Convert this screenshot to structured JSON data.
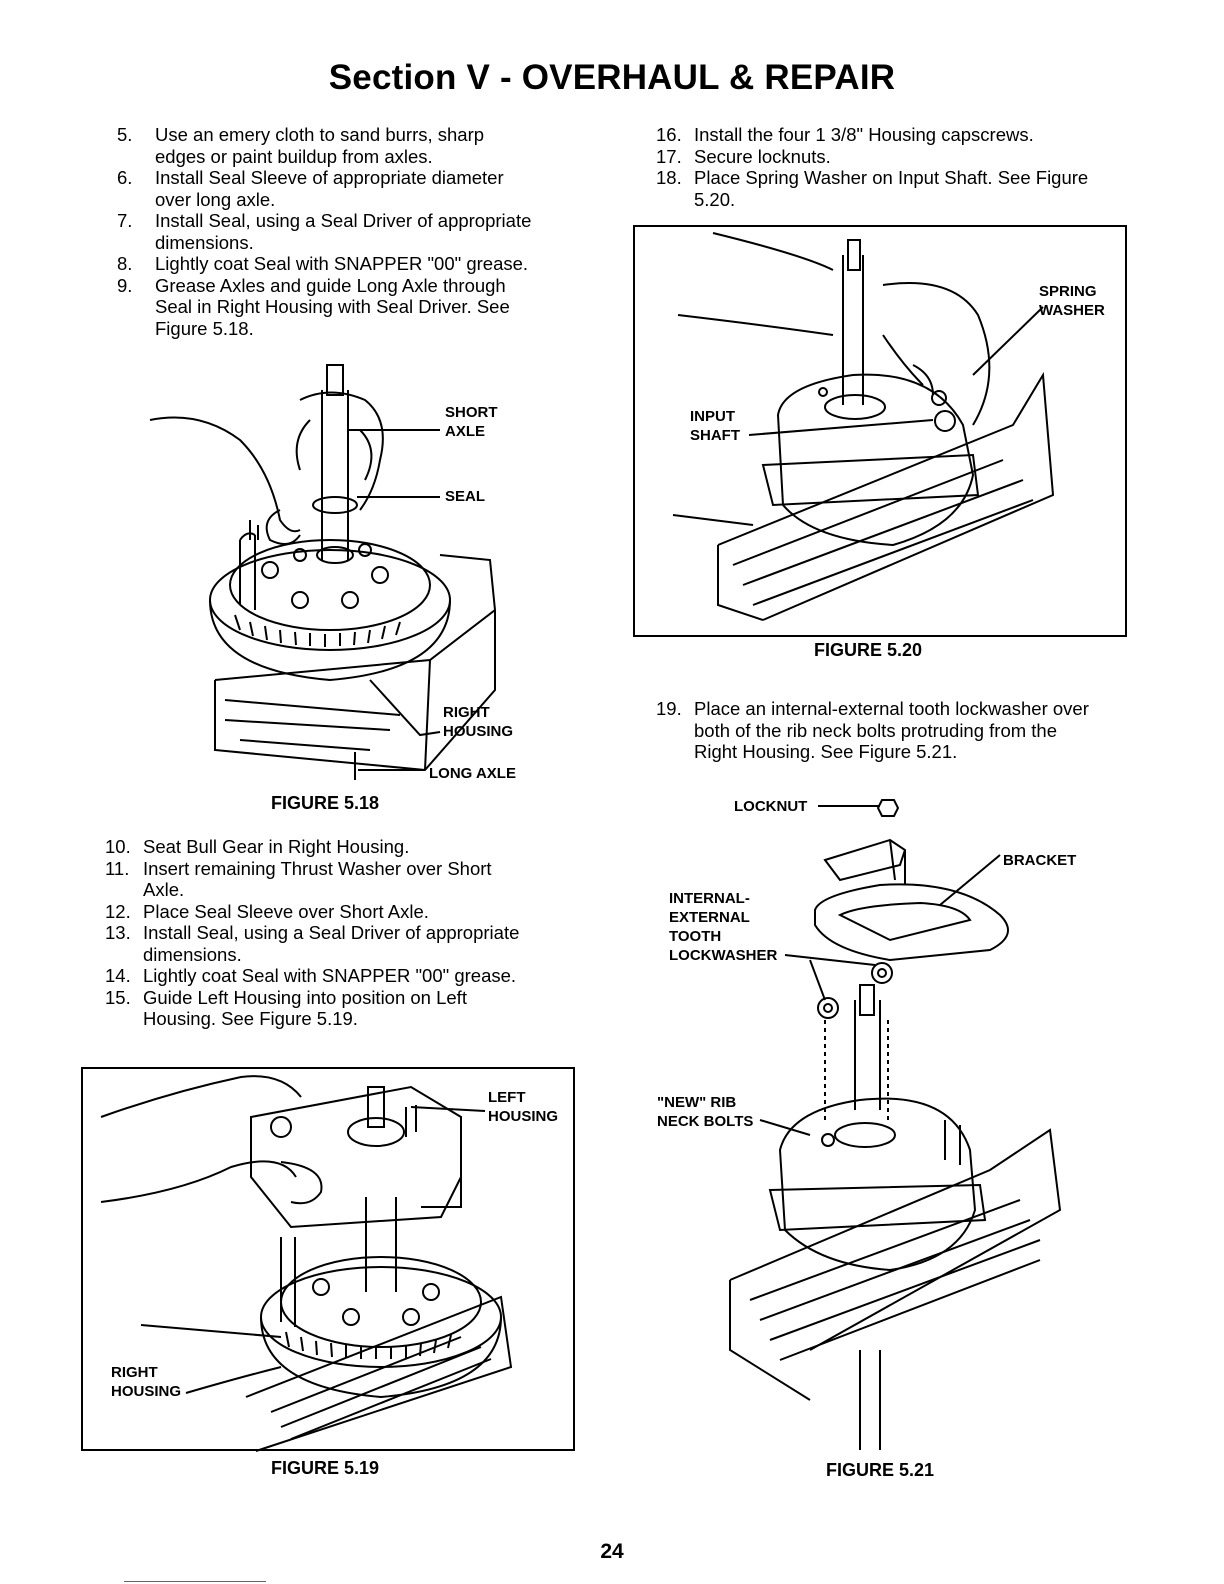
{
  "page_title": "Section V - OVERHAUL & REPAIR",
  "steps_left_top": [
    {
      "num": "5.",
      "text": "Use an emery cloth to sand burrs, sharp edges or paint buildup from axles."
    },
    {
      "num": "6.",
      "text": "Install Seal Sleeve of appropriate diameter over long axle."
    },
    {
      "num": "7.",
      "text": "Install Seal, using a Seal Driver of appropriate dimensions."
    },
    {
      "num": "8.",
      "text": "Lightly coat Seal with SNAPPER \"00\" grease."
    },
    {
      "num": "9.",
      "text": "Grease Axles and guide Long Axle through Seal in Right Housing with Seal Driver. See Figure 5.18."
    }
  ],
  "steps_left_bottom": [
    {
      "num": "10.",
      "text": "Seat Bull Gear in Right Housing."
    },
    {
      "num": "11.",
      "text": "Insert remaining Thrust Washer over Short Axle."
    },
    {
      "num": "12.",
      "text": "Place Seal Sleeve over Short Axle."
    },
    {
      "num": "13.",
      "text": "Install Seal, using a Seal Driver of appropriate dimensions."
    },
    {
      "num": "14.",
      "text": "Lightly coat Seal with SNAPPER \"00\" grease."
    },
    {
      "num": "15.",
      "text": "Guide Left Housing into position on Left Housing. See Figure 5.19."
    }
  ],
  "steps_right_top": [
    {
      "num": "16.",
      "text": "Install the four 1 3/8\" Housing capscrews."
    },
    {
      "num": "17.",
      "text": "Secure locknuts."
    },
    {
      "num": "18.",
      "text": "Place Spring Washer on Input Shaft. See Figure 5.20."
    }
  ],
  "steps_right_mid": [
    {
      "num": "19.",
      "text": "Place an internal-external tooth lockwasher over both of the rib neck bolts protruding from the Right Housing. See Figure 5.21."
    }
  ],
  "fig518": {
    "caption": "FIGURE 5.18",
    "short_axle_1": "SHORT",
    "short_axle_2": "AXLE",
    "seal": "SEAL",
    "right_housing_1": "RIGHT",
    "right_housing_2": "HOUSING",
    "long_axle": "LONG AXLE"
  },
  "fig519": {
    "caption": "FIGURE 5.19",
    "left_housing_1": "LEFT",
    "left_housing_2": "HOUSING",
    "right_housing_1": "RIGHT",
    "right_housing_2": "HOUSING"
  },
  "fig520": {
    "caption": "FIGURE 5.20",
    "spring_washer_1": "SPRING",
    "spring_washer_2": "WASHER",
    "input_shaft_1": "INPUT",
    "input_shaft_2": "SHAFT"
  },
  "fig521": {
    "caption": "FIGURE 5.21",
    "locknut": "LOCKNUT",
    "bracket": "BRACKET",
    "lockwasher_1": "INTERNAL-",
    "lockwasher_2": "EXTERNAL",
    "lockwasher_3": "TOOTH",
    "lockwasher_4": "LOCKWASHER",
    "ribbolts_1": "\"NEW\" RIB",
    "ribbolts_2": "NECK BOLTS"
  },
  "page_number": "24"
}
